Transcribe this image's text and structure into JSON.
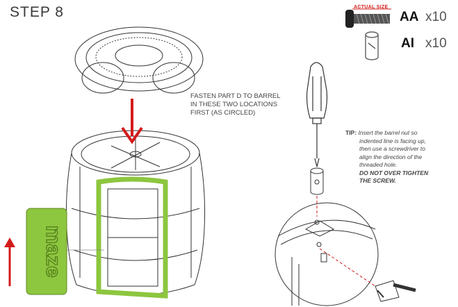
{
  "header": {
    "title": "STEP 8"
  },
  "hardware": {
    "actual_size_label": "ACTUAL SIZE",
    "items": [
      {
        "code": "AA",
        "qty": "x10",
        "icon": "screw-icon"
      },
      {
        "code": "AI",
        "qty": "x10",
        "icon": "barrel-nut-icon"
      }
    ]
  },
  "note": {
    "line1": "FASTEN PART D TO BARREL",
    "line2": "IN THESE TWO LOCATIONS",
    "line3": "FIRST (AS CIRCLED)"
  },
  "tip": {
    "label": "TIP:",
    "line1": "Insert the barrel nut so",
    "line2": "indented line is facing up,",
    "line3": "then use a screwdriver to",
    "line4": "align the direction of the",
    "line5": "threaded hole.",
    "warn1": "DO NOT OVER TIGHTEN",
    "warn2": "THE SCREW."
  },
  "panel": {
    "brand": "maze"
  },
  "colors": {
    "accent_red": "#d41b1b",
    "highlight_green": "#8dc63f",
    "line": "#333333"
  }
}
